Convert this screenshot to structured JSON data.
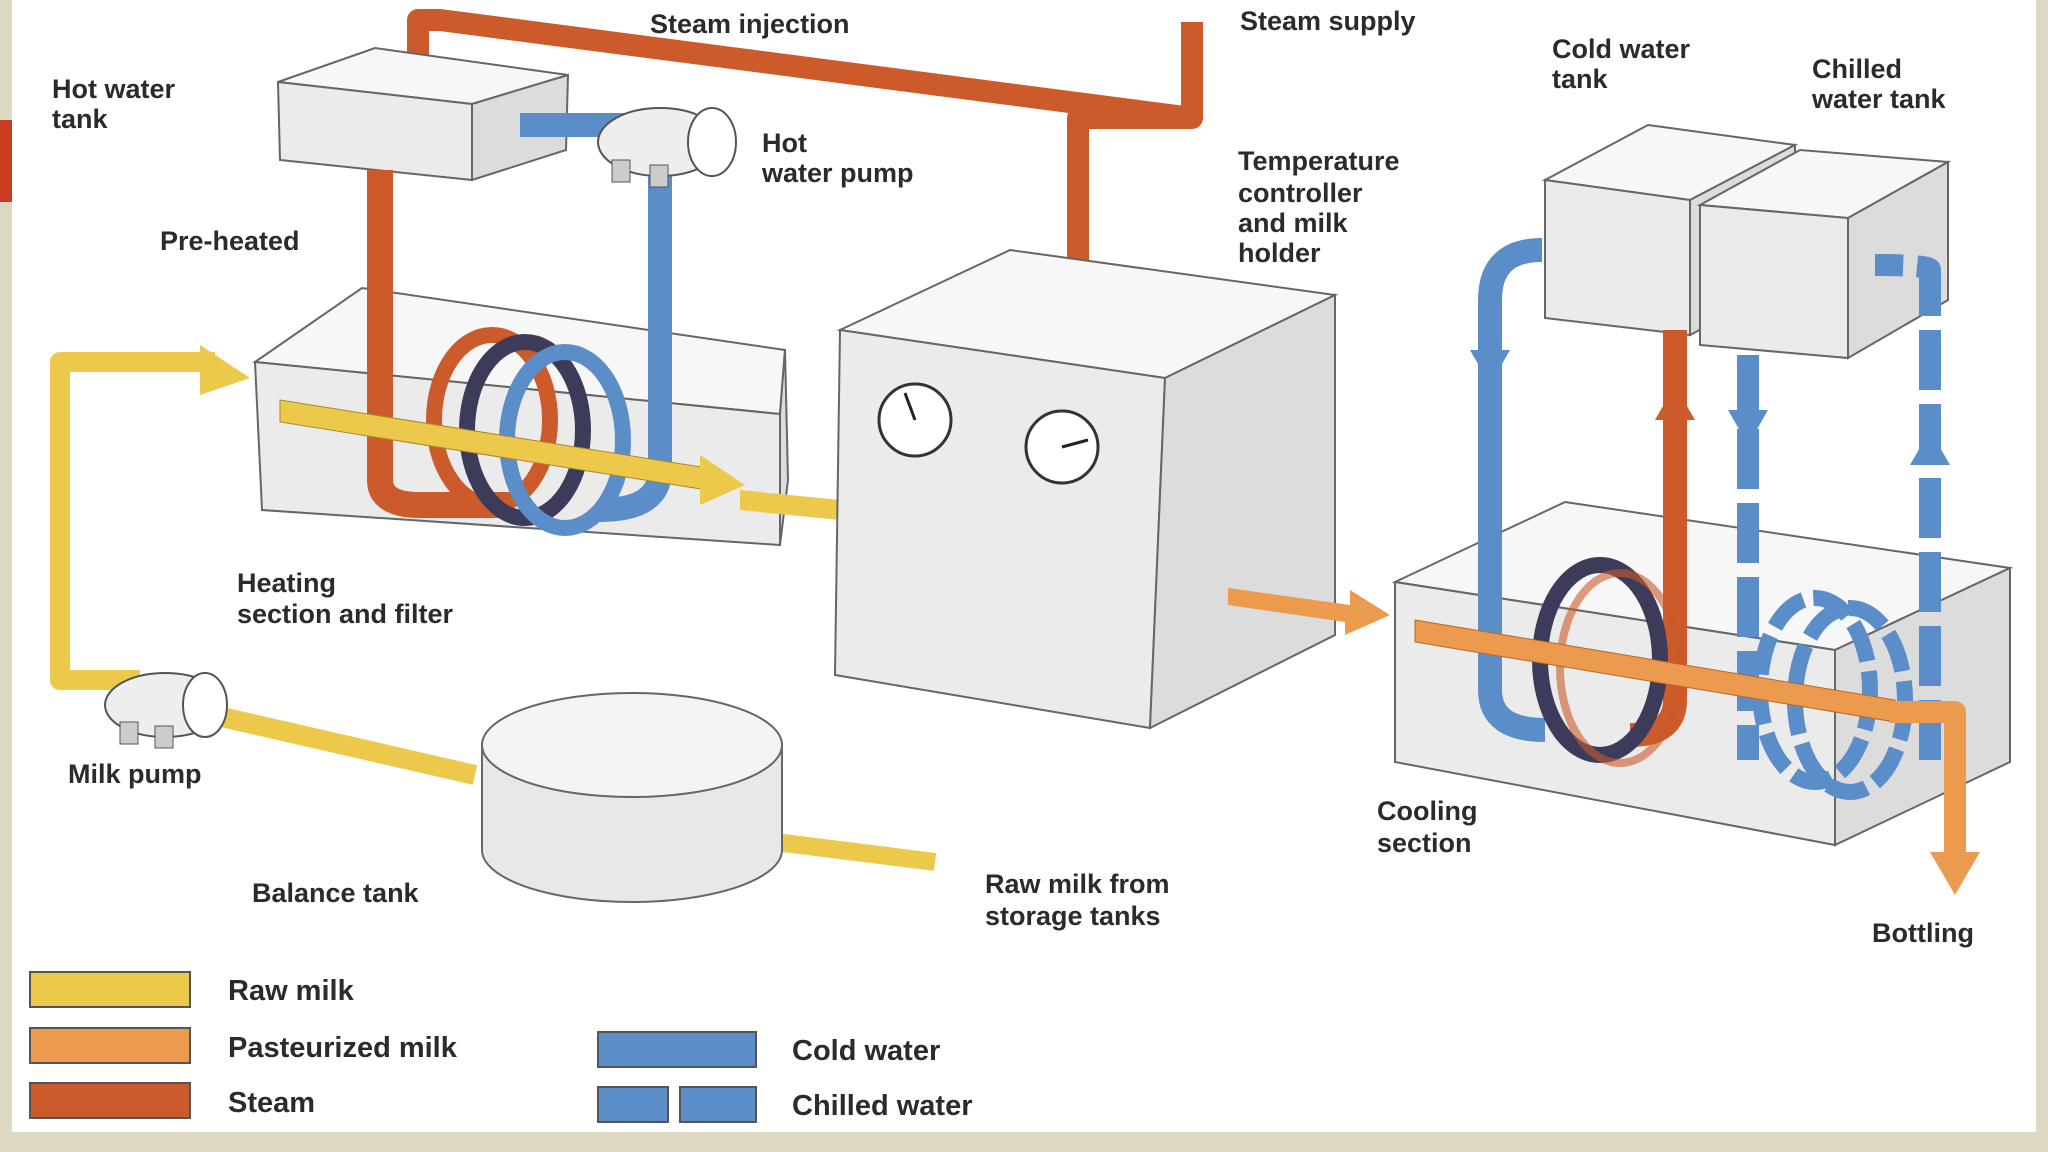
{
  "labels": {
    "steam_injection": "Steam injection",
    "steam_supply": "Steam supply",
    "hot_water_tank_1": "Hot water",
    "hot_water_tank_2": "tank",
    "hot_water_pump_1": "Hot",
    "hot_water_pump_2": "water pump",
    "pre_heated": "Pre-heated",
    "cold_water_tank_1": "Cold water",
    "cold_water_tank_2": "tank",
    "chilled_water_tank_1": "Chilled",
    "chilled_water_tank_2": "water tank",
    "temp_ctrl_1": "Temperature",
    "temp_ctrl_2": "controller",
    "temp_ctrl_3": "and milk",
    "temp_ctrl_4": "holder",
    "heating_1": "Heating",
    "heating_2": "section and filter",
    "milk_pump": "Milk pump",
    "balance_tank": "Balance tank",
    "raw_milk_src_1": "Raw milk from",
    "raw_milk_src_2": "storage tanks",
    "cooling_1": "Cooling",
    "cooling_2": "section",
    "bottling": "Bottling"
  },
  "legend": {
    "raw_milk": "Raw milk",
    "pasteurized_milk": "Pasteurized milk",
    "steam": "Steam",
    "cold_water": "Cold water",
    "chilled_water": "Chilled water"
  },
  "colors": {
    "raw_milk": "#ecc94a",
    "pasteurized_milk": "#eb9a4e",
    "steam": "#cc5a2a",
    "cold_water": "#5b8dc8",
    "chilled_water": "#5b8dc8",
    "tank_face": "#ebebeb",
    "background": "#ffffff",
    "frame": "#dcd8c2",
    "accent_mark": "#c83c22"
  }
}
